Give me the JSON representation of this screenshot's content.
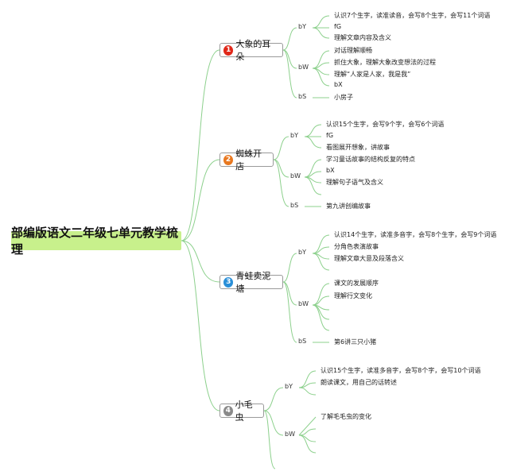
{
  "root": {
    "title": "部编版语文二年级七单元教学梳理"
  },
  "colors": {
    "line": "#8cd08c",
    "root_bg": "#c8f08c"
  },
  "lessons": [
    {
      "num": "1",
      "num_color": "#e0281a",
      "title": "大象的耳朵",
      "groups": [
        {
          "tag": "bY",
          "items": [
            "认识7个生字，读准读音，会写8个生字，会写11个词语",
            "fG",
            "理解文章内容及含义"
          ]
        },
        {
          "tag": "bW",
          "items": [
            "对话理解顺畅",
            "抓住大象，理解大象改变想法的过程",
            "理解“人家是人家，我是我”",
            "bX"
          ]
        },
        {
          "tag": "bS",
          "items": [
            "小房子"
          ]
        }
      ]
    },
    {
      "num": "2",
      "num_color": "#e87820",
      "title": "蜘蛛开店",
      "groups": [
        {
          "tag": "bY",
          "items": [
            "认识15个生字，会写9个字，会写6个词语",
            "fG",
            "看图展开想象，讲故事"
          ]
        },
        {
          "tag": "bW",
          "items": [
            "学习童话故事的结构反复的特点",
            "bX",
            "理解句子语气及含义"
          ]
        },
        {
          "tag": "bS",
          "items": [
            "第九讲创编故事"
          ]
        }
      ]
    },
    {
      "num": "3",
      "num_color": "#2a8fd8",
      "title": "青蛙卖泥塘",
      "groups": [
        {
          "tag": "bY",
          "items": [
            "认识14个生字，读准多音字，会写8个生字，会写9个词语",
            "分角色表演故事",
            "理解文章大意及段落含义"
          ]
        },
        {
          "tag": "bW",
          "items": [
            "课文的发展顺序",
            "理解行文变化"
          ]
        },
        {
          "tag": "bS",
          "items": [
            "第6讲三只小猪"
          ]
        }
      ]
    },
    {
      "num": "4",
      "num_color": "#8a8a8a",
      "title": "小毛虫",
      "groups": [
        {
          "tag": "bY",
          "items": [
            "认识15个生字，读准多音字，会写8个字，会写10个词语",
            "朗读课文，用自己的话转述"
          ]
        },
        {
          "tag": "bW",
          "items": [
            "了解毛毛虫的变化"
          ]
        }
      ]
    }
  ]
}
